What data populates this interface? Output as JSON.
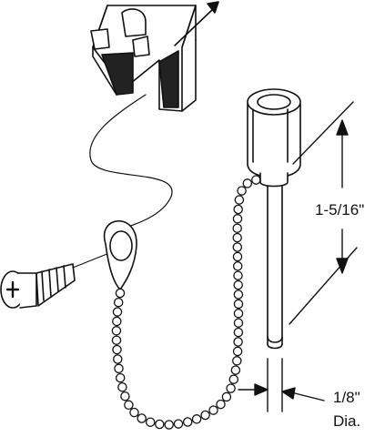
{
  "labels": {
    "length": "1-5/16\"",
    "diameter": "1/8\"",
    "diameter_unit": "Dia."
  },
  "colors": {
    "ink": "#111111",
    "paper": "#ffffff",
    "shade": "#222222"
  }
}
